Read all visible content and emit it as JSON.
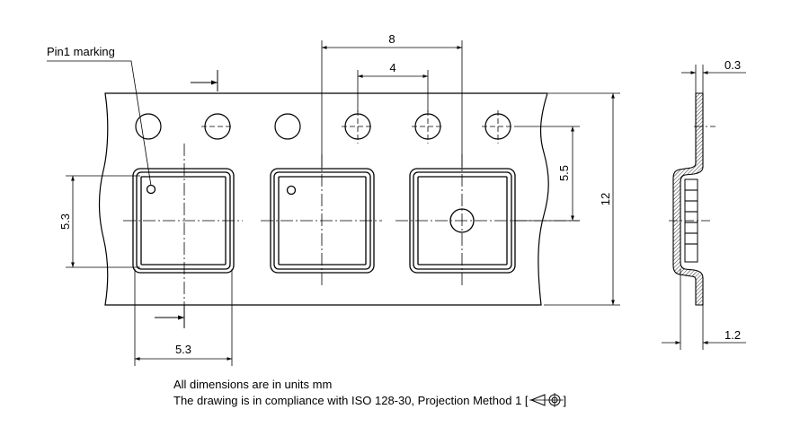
{
  "labels": {
    "pin1": "Pin1 marking",
    "dim_pitch": "8",
    "dim_hole_pitch": "4",
    "dim_hole_to_center": "5.5",
    "dim_tape_width": "12",
    "dim_pocket_height": "5.3",
    "dim_pocket_width": "5.3",
    "dim_tape_thickness": "0.3",
    "dim_pocket_depth": "1.2"
  },
  "notes": {
    "units": "All dimensions are in units mm",
    "compliance": "The drawing is in compliance with ISO 128-30, Projection Method 1 ["
  },
  "icons": {
    "projection_symbol": "first-angle-projection-icon"
  },
  "colors": {
    "line": "#000000",
    "tape_fill": "#ffffff",
    "hatch": "#000000"
  }
}
